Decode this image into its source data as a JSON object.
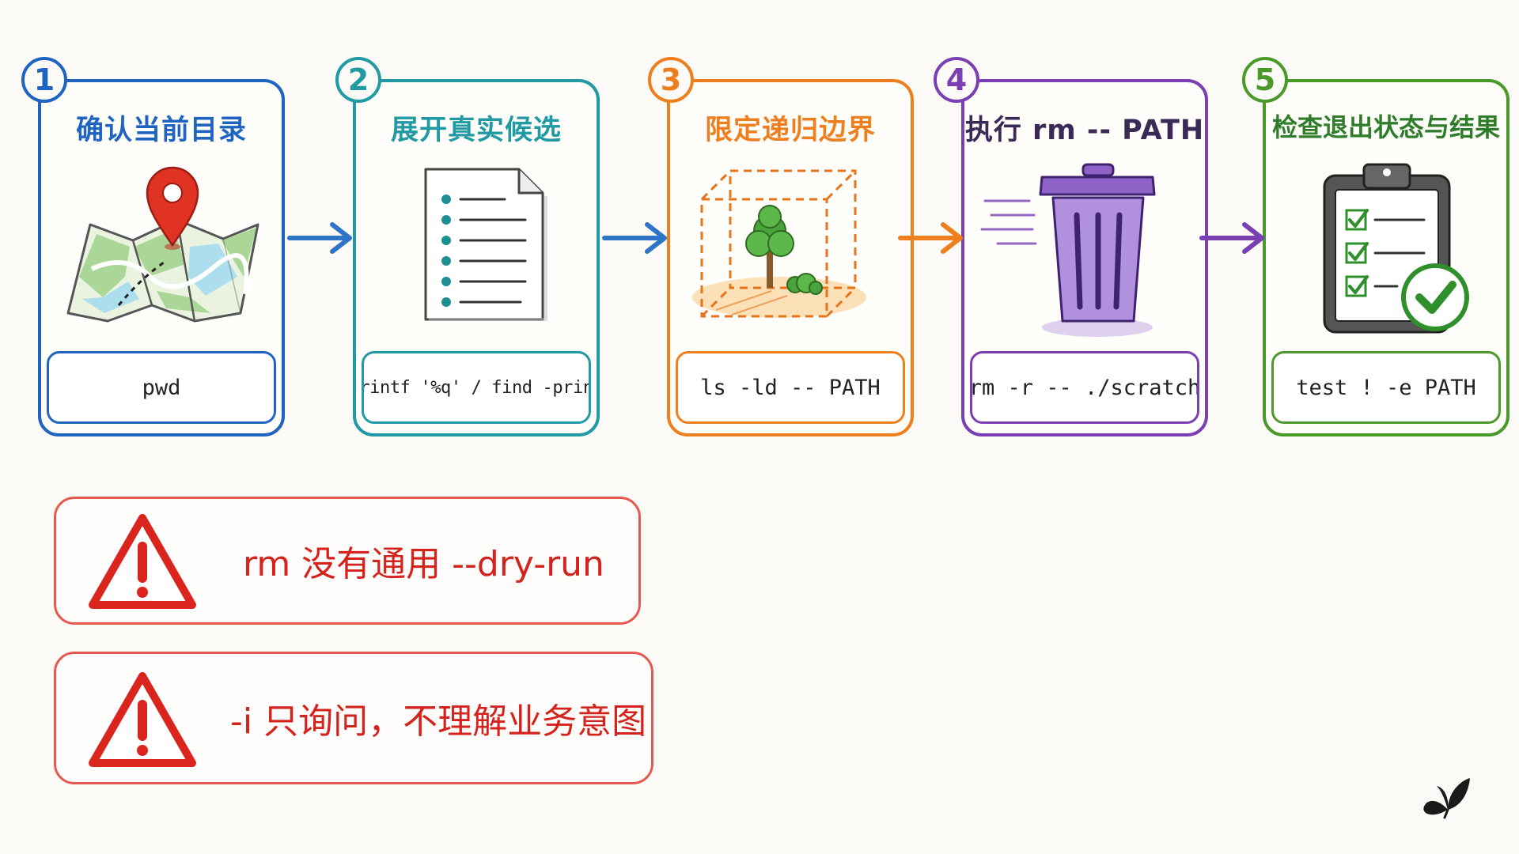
{
  "steps": [
    {
      "number": "1",
      "title": "确认当前目录",
      "command": "pwd",
      "color": "#1e64c0",
      "illustration": "map-pin-icon"
    },
    {
      "number": "2",
      "title": "展开真实候选",
      "command": "printf '%q' / find -print",
      "color": "#219aa3",
      "illustration": "document-list-icon"
    },
    {
      "number": "3",
      "title": "限定递归边界",
      "command": "ls -ld -- PATH",
      "color": "#ee7f1e",
      "illustration": "boundary-box-icon"
    },
    {
      "number": "4",
      "title": "执行 rm -- PATH",
      "command": "rm -r -- ./scratch",
      "color": "#7a3fb3",
      "illustration": "trash-can-icon"
    },
    {
      "number": "5",
      "title": "检查退出状态与结果",
      "command": "test ! -e PATH",
      "color": "#4a9a2a",
      "illustration": "clipboard-check-icon"
    }
  ],
  "warnings": [
    {
      "text": "rm 没有通用 --dry-run"
    },
    {
      "text": "-i 只询问，不理解业务意图"
    }
  ],
  "colors": {
    "warning_text": "#d4221c",
    "warning_border": "#e5594f",
    "warning_icon": "#d9251d",
    "background": "#fbfaf6"
  }
}
